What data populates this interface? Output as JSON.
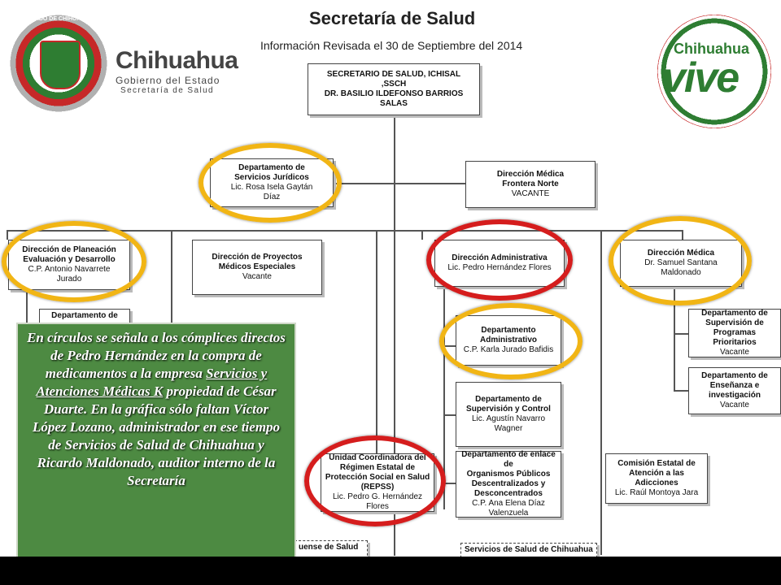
{
  "header": {
    "title": "Secretaría de Salud",
    "subtitle": "Información Revisada el 30 de Septiembre del 2014"
  },
  "logos": {
    "seal_text": "ESTADO DE CHIHUAHUA",
    "gov_name": "Chihuahua",
    "gov_line1": "Gobierno del Estado",
    "gov_line2": "Secretaría de Salud",
    "vive_top": "Chihuahua",
    "vive_main": "vive"
  },
  "org": {
    "secretario": {
      "line1": "SECRETARIO DE SALUD, ICHISAL",
      "line2": ",SSCH",
      "line3": "DR. BASILIO ILDEFONSO BARRIOS",
      "line4": "SALAS"
    },
    "juridicos": {
      "line1": "Departamento de",
      "line2": "Servicios Jurídicos",
      "line3": "Lic. Rosa Isela Gaytán",
      "line4": "Díaz"
    },
    "frontera": {
      "line1": "Dirección Médica",
      "line2": "Frontera Norte",
      "line3": "VACANTE"
    },
    "planeacion": {
      "line1": "Dirección de Planeación",
      "line2": "Evaluación y Desarrollo",
      "line3": "C.P. Antonio Navarrete",
      "line4": "Jurado"
    },
    "proyectos": {
      "line1": "Dirección de Proyectos",
      "line2": "Médicos Especiales",
      "line3": "Vacante"
    },
    "administrativa": {
      "line1": "Dirección Administrativa",
      "line2": "Lic. Pedro Hernández Flores"
    },
    "medica": {
      "line1": "Dirección Médica",
      "line2": "Dr. Samuel Santana",
      "line3": "Maldonado"
    },
    "depto_partial": {
      "line1": "Departamento de"
    },
    "depto_admin": {
      "line1": "Departamento",
      "line2": "Administrativo",
      "line3": "C.P. Karla Jurado Bafidis"
    },
    "supervision_control": {
      "line1": "Departamento de",
      "line2": "Supervisión y Control",
      "line3": "Lic. Agustín Navarro",
      "line4": "Wagner"
    },
    "enlace": {
      "line1": "Departamento de enlace de",
      "line2": "Organismos Públicos",
      "line3": "Descentralizados y",
      "line4": "Desconcentrados",
      "line5": "C.P. Ana Elena Díaz",
      "line6": "Valenzuela"
    },
    "repss": {
      "line1": "Unidad Coordinadora del",
      "line2": "Régimen Estatal de",
      "line3": "Protección Social en Salud",
      "line4": "(REPSS)",
      "line5": "Lic. Pedro G. Hernández Flores"
    },
    "sup_programas": {
      "line1": "Departamento de",
      "line2": "Supervisión de",
      "line3": "Programas Prioritarios",
      "line4": "Vacante"
    },
    "ensenanza": {
      "line1": "Departamento de",
      "line2": "Enseñanza e",
      "line3": "investigación",
      "line4": "Vacante"
    },
    "comision": {
      "line1": "Comisión Estatal de",
      "line2": "Atención a las",
      "line3": "Adicciones",
      "line4": "Lic. Raúl Montoya Jara"
    },
    "bottom_left": "uense de Salud",
    "bottom_right": "Servicios de Salud de Chihuahua"
  },
  "note": {
    "part1": "En círculos se señala a los cómplices directos de Pedro Hernández en la compra de medicamentos a la empresa ",
    "company": "Servicios y Atenciones Médicas K",
    "part2": " propiedad de César Duarte. En la gráfica sólo faltan Víctor López Lozano, administrador en ese tiempo de Servicios de Salud de Chihuahua y Ricardo Maldonado, auditor interno de la Secretaría"
  }
}
